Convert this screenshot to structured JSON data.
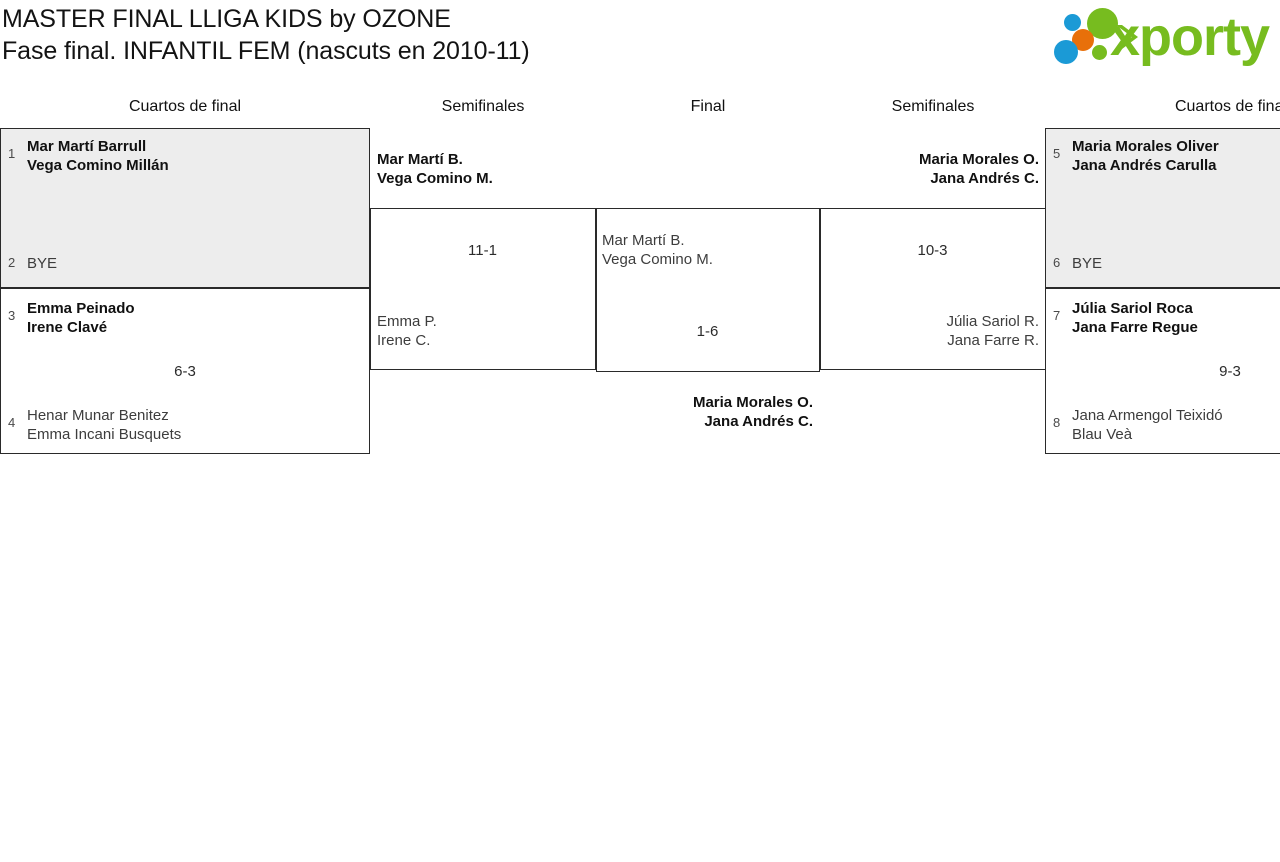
{
  "header": {
    "title_line1": "MASTER FINAL LLIGA KIDS by OZONE",
    "title_line2": "Fase final. INFANTIL FEM (nascuts en 2010-11)",
    "logo_word": "xporty",
    "logo_colors": {
      "green": "#77bc1f",
      "blue": "#1b9ad6",
      "orange": "#e8700a"
    }
  },
  "rounds": {
    "qf_left": "Cuartos de final",
    "sf_left": "Semifinales",
    "final": "Final",
    "sf_right": "Semifinales",
    "qf_right": "Cuartos de final"
  },
  "bracket": {
    "quarterfinals": [
      {
        "id": "qf-1",
        "side": "left",
        "shaded": true,
        "score": "",
        "players": [
          {
            "seed": "1",
            "line1": "Mar Martí Barrull",
            "line2": "Vega Comino Millán",
            "winner": true
          },
          {
            "seed": "2",
            "line1": "BYE",
            "line2": "",
            "winner": false
          }
        ]
      },
      {
        "id": "qf-2",
        "side": "left",
        "shaded": false,
        "score": "6-3",
        "players": [
          {
            "seed": "3",
            "line1": "Emma Peinado",
            "line2": "Irene Clavé",
            "winner": true
          },
          {
            "seed": "4",
            "line1": "Henar Munar Benitez",
            "line2": "Emma Incani Busquets",
            "winner": false
          }
        ]
      },
      {
        "id": "qf-3",
        "side": "right",
        "shaded": true,
        "score": "",
        "players": [
          {
            "seed": "5",
            "line1": "Maria Morales Oliver",
            "line2": "Jana Andrés Carulla",
            "winner": true
          },
          {
            "seed": "6",
            "line1": "BYE",
            "line2": "",
            "winner": false
          }
        ]
      },
      {
        "id": "qf-4",
        "side": "right",
        "shaded": false,
        "score": "9-3",
        "players": [
          {
            "seed": "7",
            "line1": "Júlia Sariol Roca",
            "line2": "Jana Farre Regue",
            "winner": true
          },
          {
            "seed": "8",
            "line1": "Jana Armengol Teixidó",
            "line2": "Blau Veà",
            "winner": false
          }
        ]
      }
    ],
    "semifinals": [
      {
        "id": "sf-left",
        "side": "left",
        "score": "11-1",
        "players": [
          {
            "line1": "Mar Martí B.",
            "line2": "Vega Comino M.",
            "winner": true
          },
          {
            "line1": "Emma P.",
            "line2": "Irene C.",
            "winner": false
          }
        ]
      },
      {
        "id": "sf-right",
        "side": "right",
        "score": "10-3",
        "players": [
          {
            "line1": "Maria Morales O.",
            "line2": "Jana Andrés C.",
            "winner": true
          },
          {
            "line1": "Júlia Sariol R.",
            "line2": "Jana Farre R.",
            "winner": false
          }
        ]
      }
    ],
    "final_match": {
      "id": "final",
      "score": "1-6",
      "players": [
        {
          "line1": "Mar Martí B.",
          "line2": "Vega Comino M.",
          "winner": false
        },
        {
          "line1": "Maria Morales O.",
          "line2": "Jana Andrés C.",
          "winner": true
        }
      ]
    }
  }
}
